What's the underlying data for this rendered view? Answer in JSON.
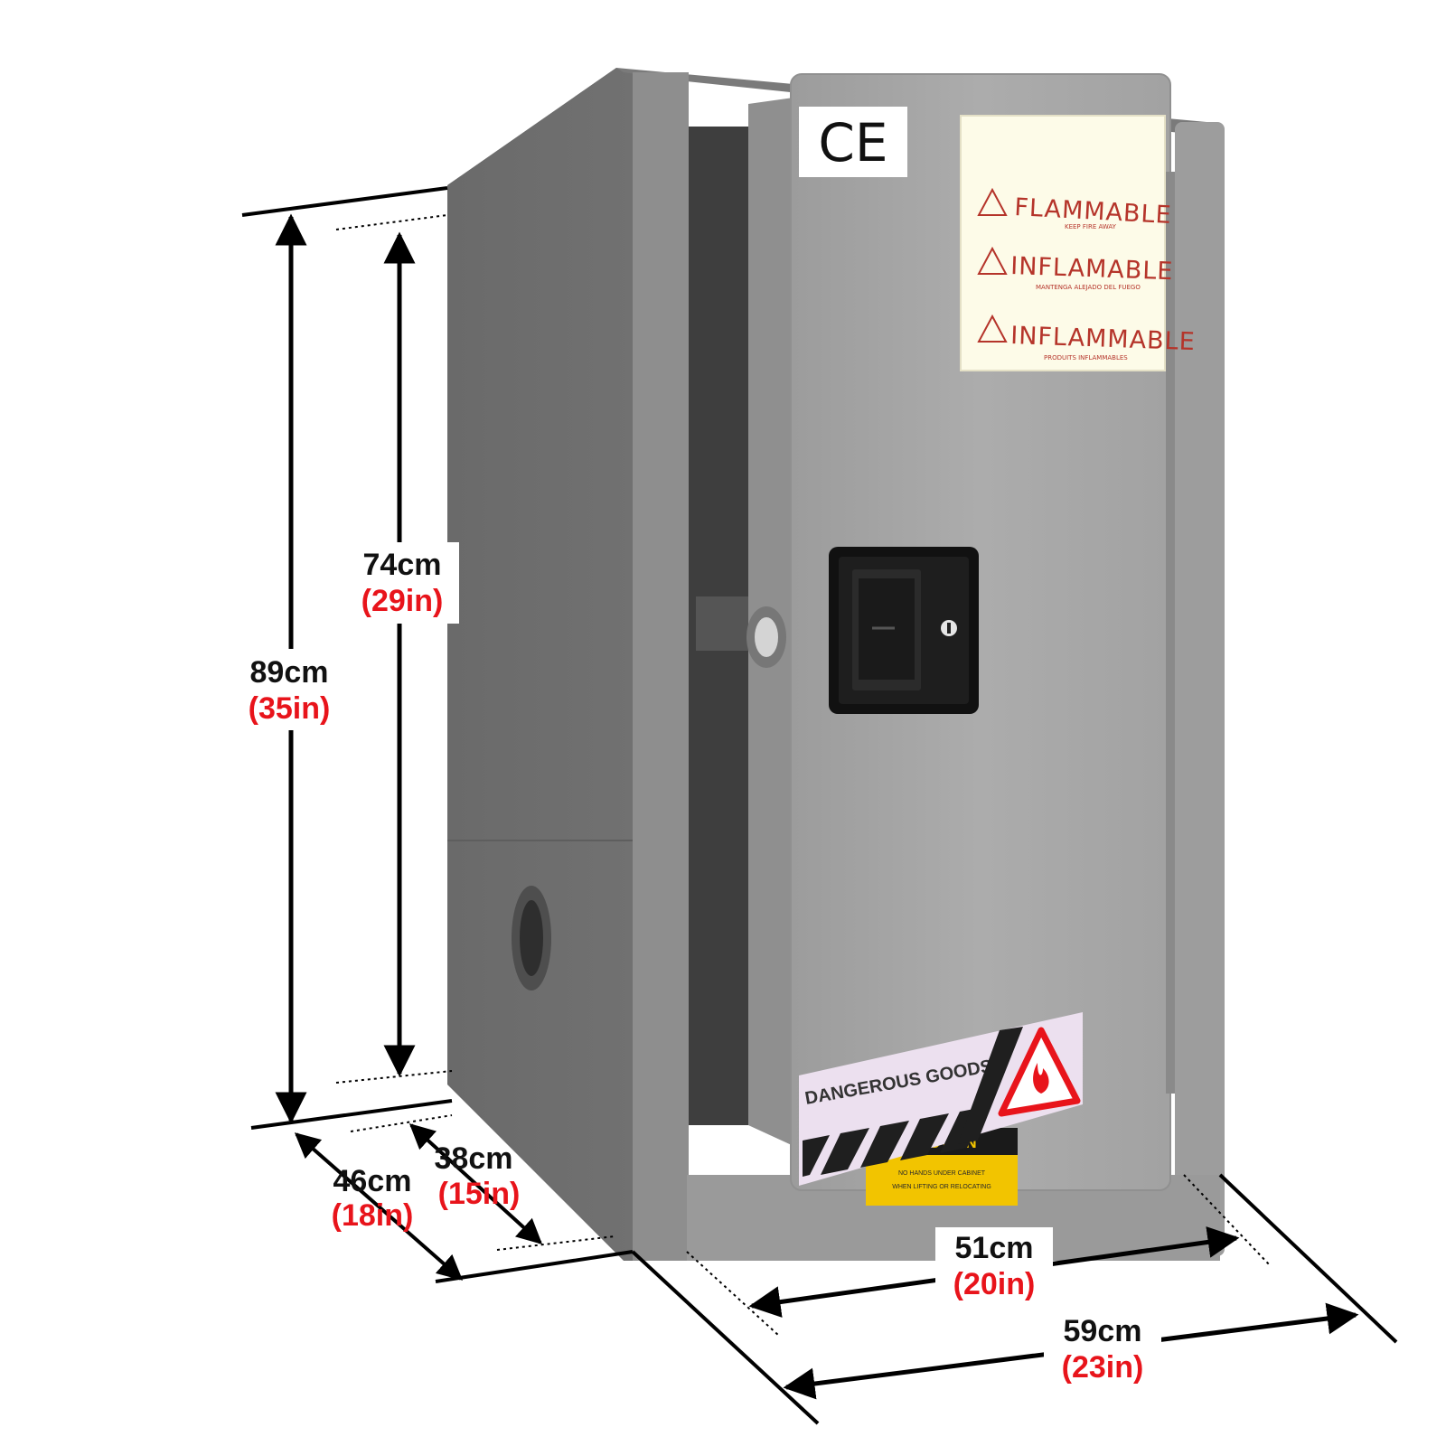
{
  "product": {
    "certification_mark": "CE",
    "warning_label": {
      "lines": [
        {
          "main": "FLAMMABLE",
          "sub": "KEEP FIRE AWAY"
        },
        {
          "main": "INFLAMABLE",
          "sub": "MANTENGA ALEJADO DEL FUEGO"
        },
        {
          "main": "INFLAMMABLE",
          "sub": "PRODUITS INFLAMMABLES"
        }
      ]
    },
    "bottom_label": "DANGEROUS GOODS",
    "caution_label": {
      "heading": "CAUTION",
      "line1": "NO HANDS UNDER CABINET",
      "line2": "WHEN LIFTING OR RELOCATING"
    },
    "colors": {
      "body": "#8c8c8c",
      "side": "#6f6f6f",
      "door": "#a7a7a7",
      "warning_text": "#b5342a",
      "caution_yellow": "#f2c400"
    }
  },
  "dimensions": {
    "overall_height": {
      "cm": "89cm",
      "in": "(35in)"
    },
    "interior_height": {
      "cm": "74cm",
      "in": "(29in)"
    },
    "overall_depth": {
      "cm": "46cm",
      "in": "(18in)"
    },
    "interior_depth": {
      "cm": "38cm",
      "in": "(15in)"
    },
    "interior_width": {
      "cm": "51cm",
      "in": "(20in)"
    },
    "overall_width": {
      "cm": "59cm",
      "in": "(23in)"
    }
  }
}
